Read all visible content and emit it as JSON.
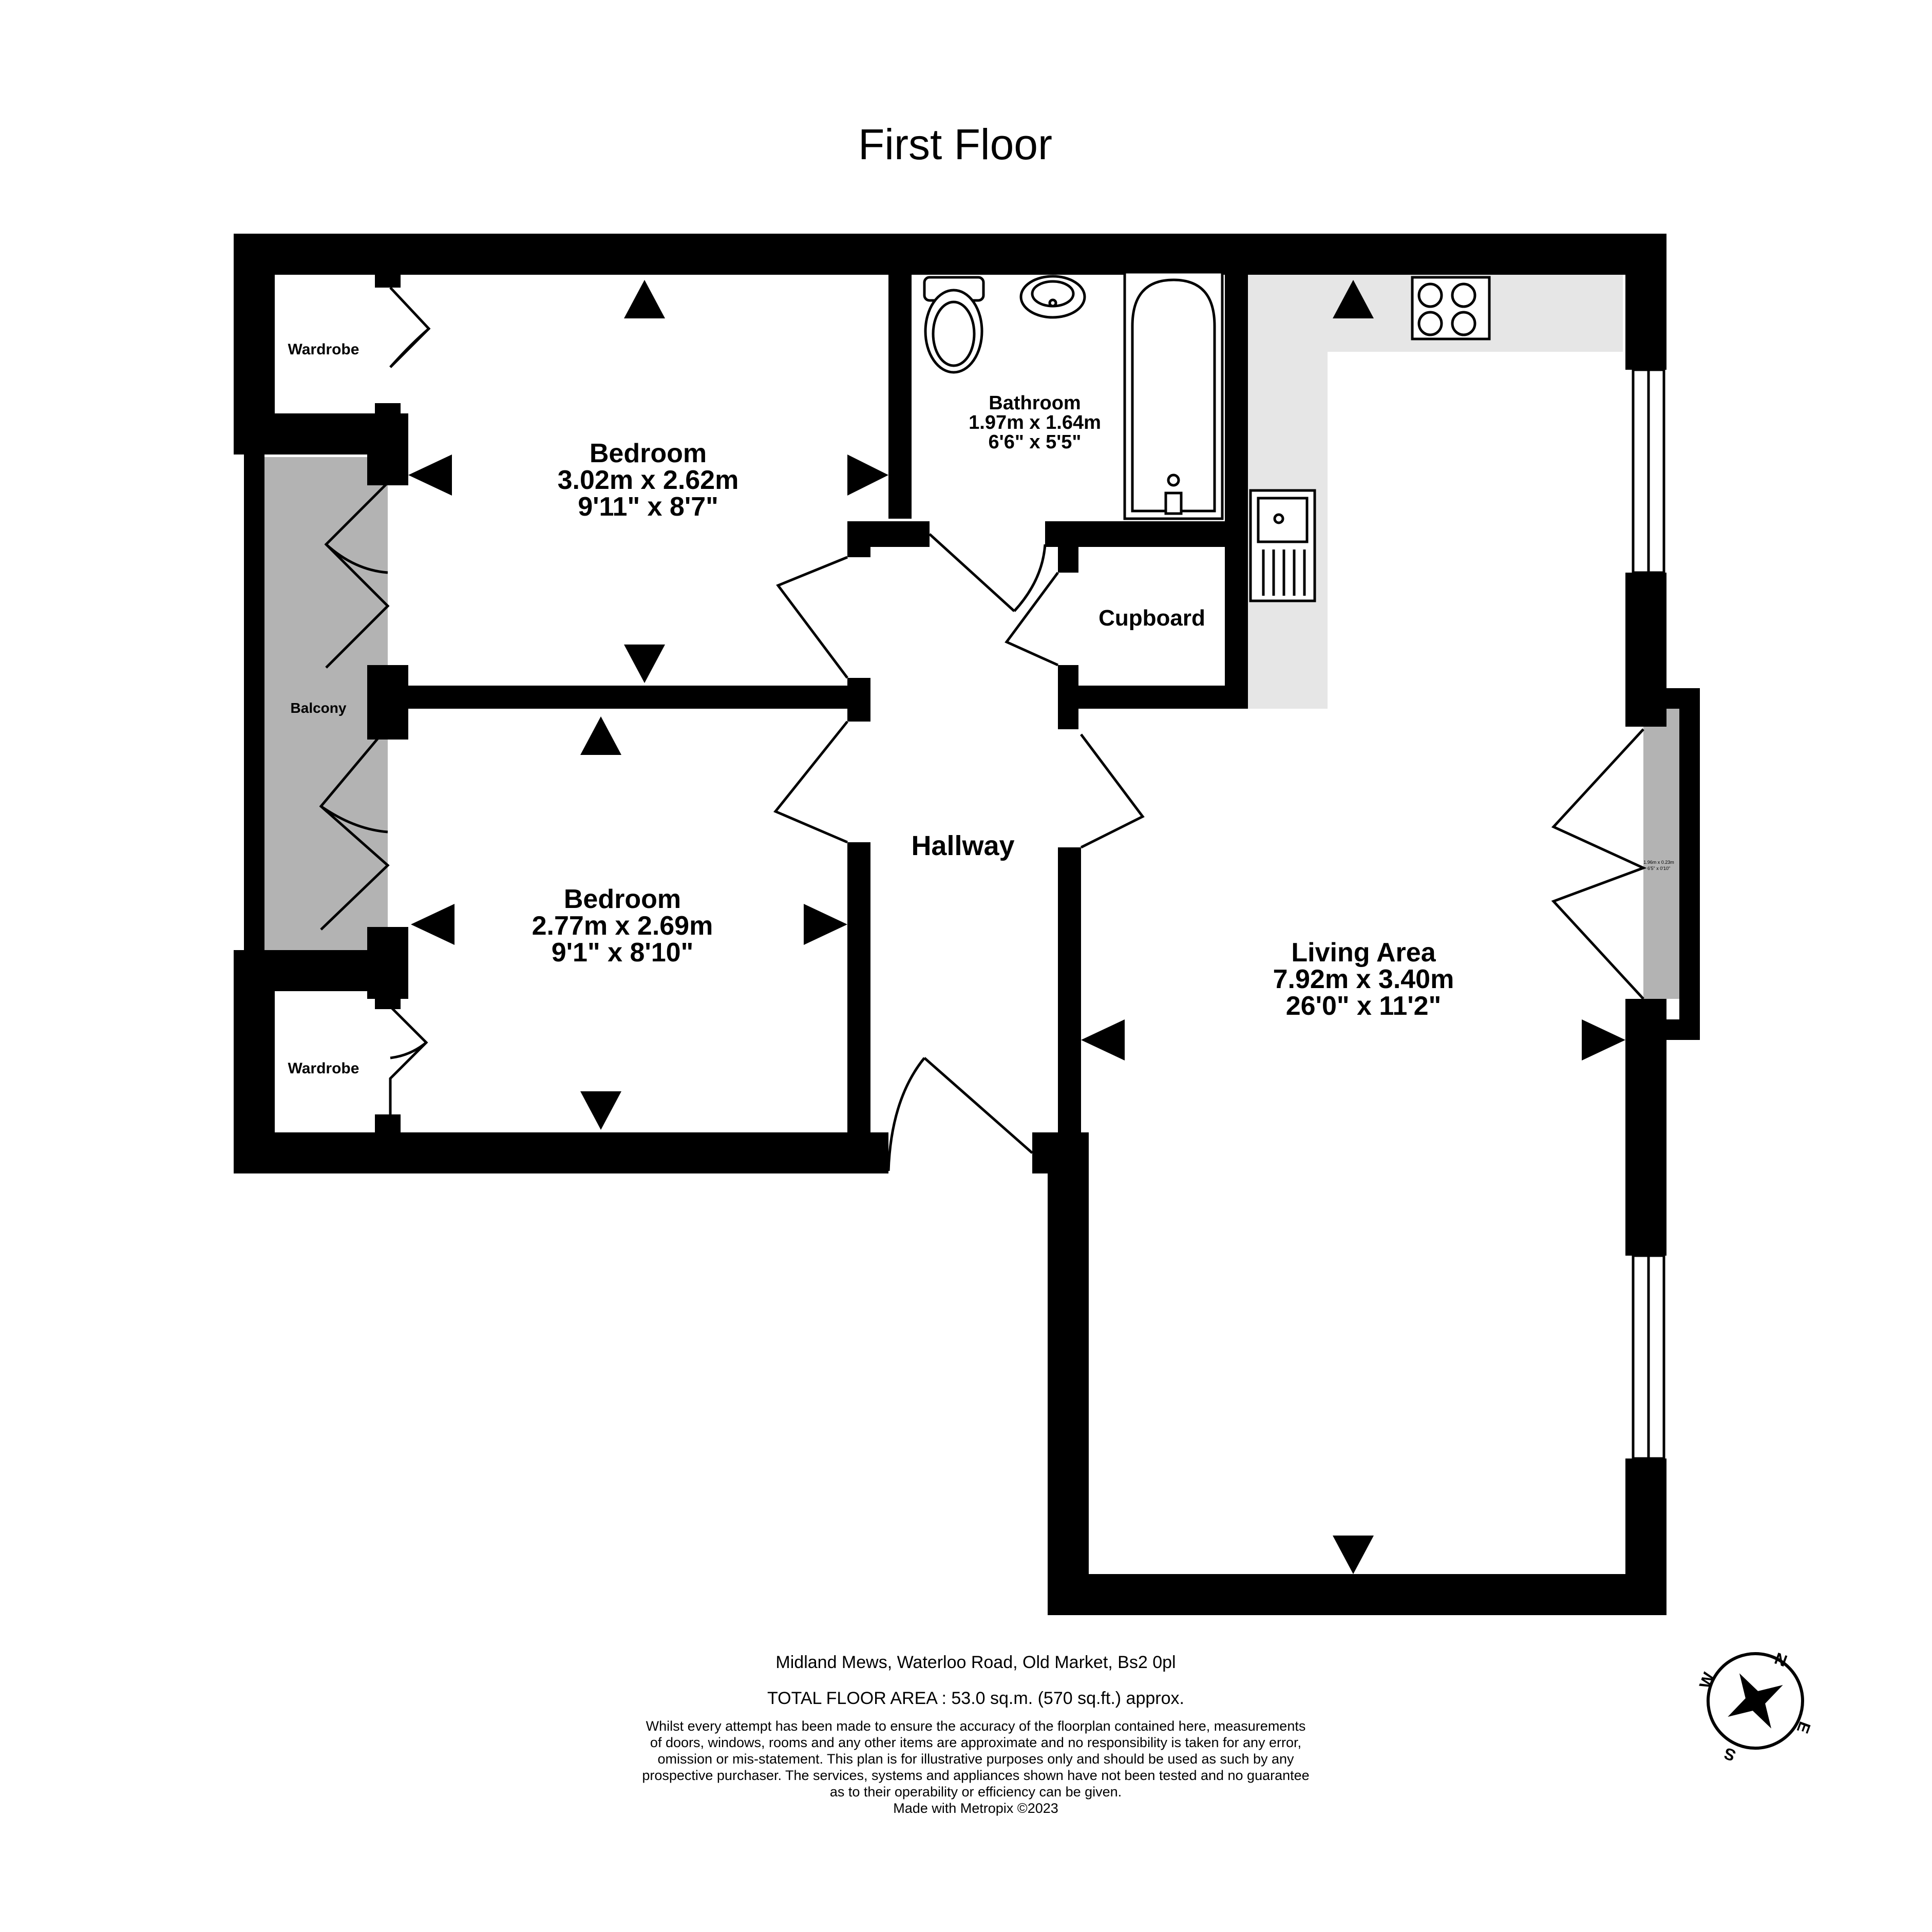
{
  "title": "First Floor",
  "rooms": {
    "bedroom1": {
      "name": "Bedroom",
      "metric": "3.02m  x 2.62m",
      "imperial": "9'11\"  x 8'7\""
    },
    "bedroom2": {
      "name": "Bedroom",
      "metric": "2.77m  x 2.69m",
      "imperial": "9'1\"  x 8'10\""
    },
    "bathroom": {
      "name": "Bathroom",
      "metric": "1.97m  x 1.64m",
      "imperial": "6'6\"  x 5'5\""
    },
    "living": {
      "name": "Living Area",
      "metric": "7.92m  x 3.40m",
      "imperial": "26'0\"  x 11'2\""
    },
    "hallway": {
      "name": "Hallway"
    },
    "cupboard": {
      "name": "Cupboard"
    },
    "wardrobe_top": {
      "name": "Wardrobe"
    },
    "wardrobe_bottom": {
      "name": "Wardrobe"
    },
    "balcony": {
      "name": "Balcony"
    },
    "small_balcony": {
      "metric": "1.96m  x 0.23m",
      "imperial": "6'5\"  x 0'10\""
    }
  },
  "footer": {
    "address": "Midland Mews, Waterloo Road, Old Market, Bs2 0pl",
    "area": "TOTAL FLOOR AREA : 53.0 sq.m. (570 sq.ft.) approx.",
    "disclaimer": [
      "Whilst every attempt has been made to ensure the accuracy of the floorplan contained here, measurements",
      "of doors, windows, rooms and any other items are approximate and no responsibility is taken for any error,",
      "omission or mis-statement. This plan is for illustrative purposes only and should be used as such by any",
      "prospective purchaser. The services, systems and appliances shown have not been tested and no guarantee",
      "as to their operability or efficiency can be given."
    ],
    "credit": "Made with Metropix ©2023"
  },
  "compass": {
    "n": "N",
    "e": "E",
    "s": "S",
    "w": "W"
  },
  "colors": {
    "wall": "#000000",
    "balcony": "#b3b3b3",
    "kitchen": "#e6e6e6"
  }
}
